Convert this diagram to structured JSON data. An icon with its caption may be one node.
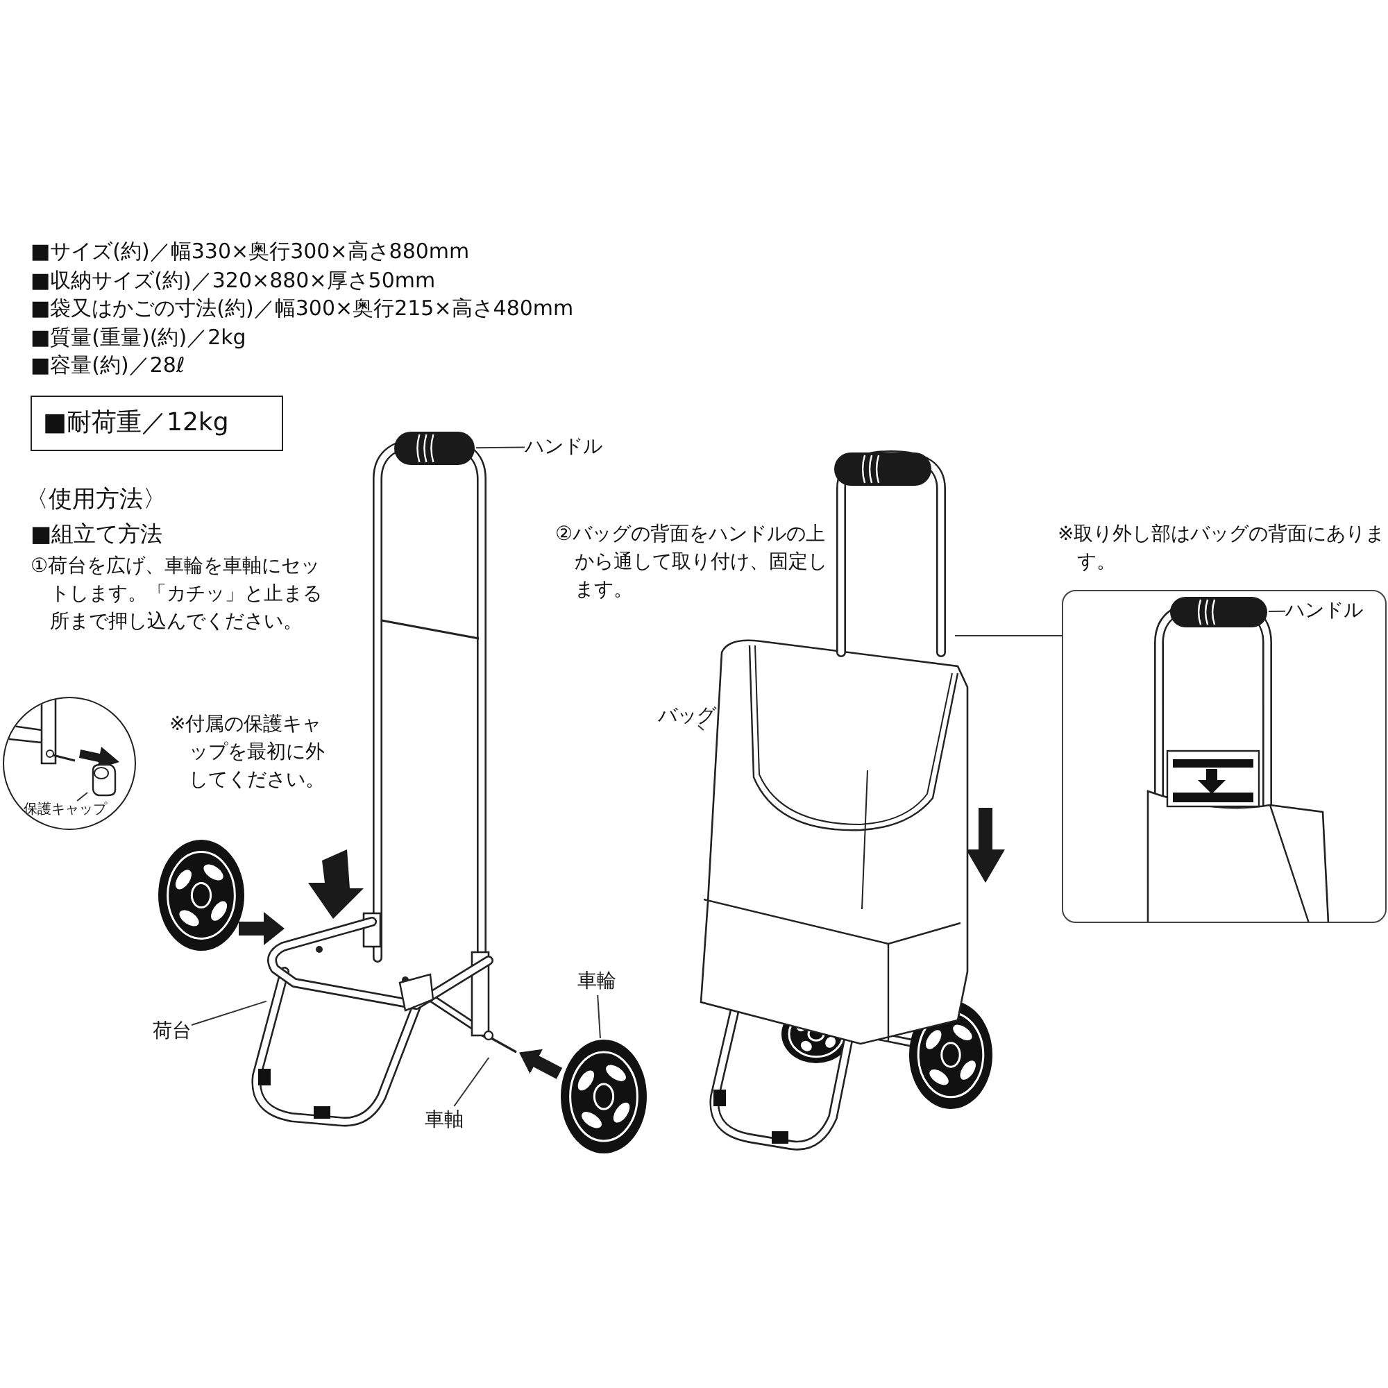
{
  "diagram": {
    "nodes": [
      {
        "text": [
          "■耐荷重／12kg"
        ]
      },
      {
        "text": [
          "ハンドル"
        ]
      },
      {
        "text": [],
        "shape": "picture"
      },
      {
        "text": [],
        "shape": "circle"
      },
      {
        "text": [
          "保護キャップ"
        ],
        "in": 3
      },
      {
        "text": [],
        "shape": "picture",
        "in": 3
      },
      {
        "text": [
          "荷台"
        ]
      },
      {
        "text": [],
        "shape": "picture"
      },
      {
        "text": [
          "車軸"
        ]
      },
      {
        "text": [],
        "shape": "picture"
      },
      {
        "text": [
          "車輪"
        ]
      },
      {
        "text": [],
        "shape": "picture"
      },
      {
        "text": [
          "バッグ"
        ]
      },
      {
        "text": [],
        "shape": "picture"
      },
      {
        "text": [],
        "shape": "picture"
      },
      {
        "text": [],
        "shape": "box"
      },
      {
        "text": [
          "ハンドル"
        ],
        "in": 15
      },
      {
        "text": [],
        "shape": "picture",
        "in": 15
      }
    ],
    "edges": [
      {
        "from": 1,
        "to": 2,
        "arrow": "none"
      },
      {
        "from": 4,
        "to": 5,
        "arrow": "none"
      },
      {
        "from": 6,
        "to": 7,
        "arrow": "none"
      },
      {
        "from": 8,
        "to": 9,
        "arrow": "none"
      },
      {
        "from": 10,
        "to": 11,
        "arrow": "none"
      },
      {
        "from": 12,
        "to": 13,
        "arrow": "none"
      },
      {
        "from": 14,
        "to": 15,
        "arrow": "none"
      },
      {
        "from": 16,
        "to": 17,
        "arrow": "none"
      },
      {
        "from": 11,
        "to": 9,
        "arrow": "to",
        "style": "thick"
      }
    ],
    "labels": [
      "■サイズ(約)／幅330×奥行300×高さ880mm",
      "■収納サイズ(約)／320×880×厚さ50mm",
      "■袋又はかごの寸法(約)／幅300×奥行215×高さ480mm",
      "■質量(重量)(約)／2kg",
      "■容量(約)／28ℓ",
      "〈使用方法〉",
      "■組立て方法",
      "①荷台を広げ、車輪を車軸にセットします。「カチッ」と止まる所まで押し込んでください。",
      "※付属の保護キャップを最初に外してください。",
      "②バッグの背面をハンドルの上から通して取り付け、固定します。",
      "※取り外し部はバッグの背面にあります。"
    ]
  }
}
